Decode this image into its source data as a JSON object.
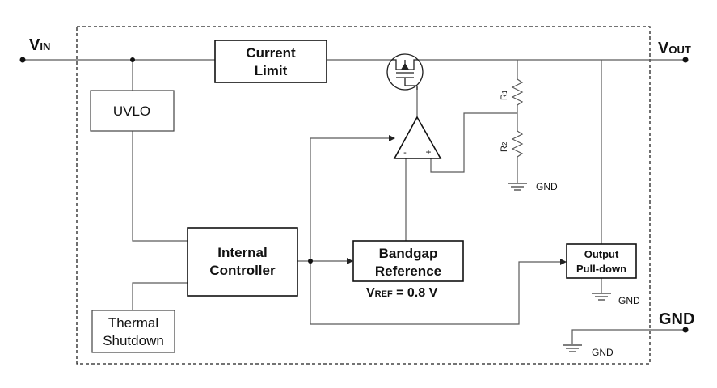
{
  "terminals": {
    "vin": {
      "main": "V",
      "sub": "IN"
    },
    "vout": {
      "main": "V",
      "sub": "OUT"
    },
    "gnd": "GND"
  },
  "blocks": {
    "current_limit": [
      "Current",
      "Limit"
    ],
    "uvlo": "UVLO",
    "internal_controller": [
      "Internal",
      "Controller"
    ],
    "thermal_shutdown": [
      "Thermal",
      "Shutdown"
    ],
    "bandgap_reference": [
      "Bandgap",
      "Reference"
    ],
    "output_pulldown": [
      "Output",
      "Pull-down"
    ]
  },
  "vref": {
    "main": "V",
    "sub": "REF",
    "value": " = 0.8 V"
  },
  "resistors": {
    "r1": {
      "main": "R",
      "sub": "1"
    },
    "r2": {
      "main": "R",
      "sub": "2"
    }
  },
  "opamp": {
    "inverting": "-",
    "noninverting": "+"
  },
  "ground_labels": {
    "divider": "GND",
    "pulldown": "GND",
    "pin": "GND"
  }
}
